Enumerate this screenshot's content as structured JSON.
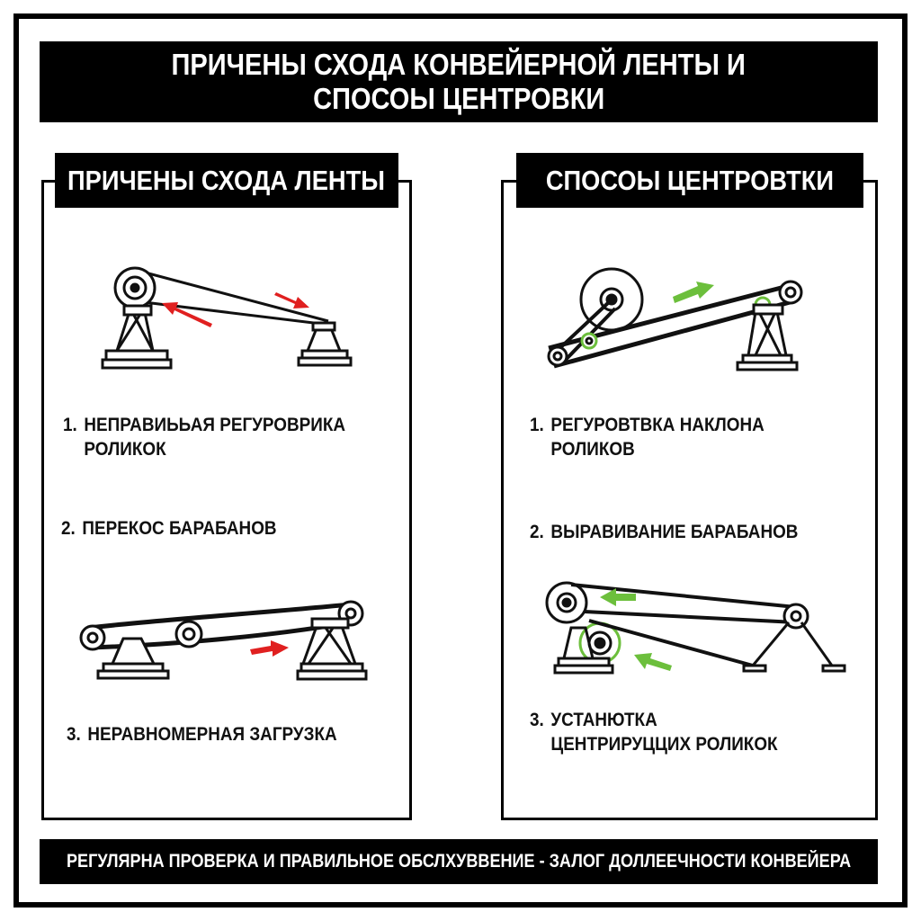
{
  "title": {
    "line1": "ПРИЧЕНЫ СХОДА КОНВЕЙЕРНОЙ ЛЕНТЫ И",
    "line2": "СПОСОЫ ЦЕНТРОВКИ"
  },
  "left_panel": {
    "heading": "ПРИЧЕНЫ СХОДА ЛЕНТЫ",
    "items": [
      {
        "num": "1.",
        "line1": "НЕПРАВИЬЬАЯ РЕГУРОВРИКА",
        "line2": "РОЛИКОК"
      },
      {
        "num": "2.",
        "line1": "ПЕРЕКОС БАРАБАНОВ"
      },
      {
        "num": "3.",
        "line1": "НЕРАВНОМЕРНАЯ ЗАГРУЗКА"
      }
    ]
  },
  "right_panel": {
    "heading": "СПОСОЫ ЦЕНТРОВТКИ",
    "items": [
      {
        "num": "1.",
        "line1": "РЕГУРОВТВКА НАКЛОНА",
        "line2": "РОЛИКОВ"
      },
      {
        "num": "2.",
        "line1": "ВЫРАВИВАНИЕ БАРАБАНОВ"
      },
      {
        "num": "3.",
        "line1": "УСТАНЮТКА",
        "line2": "ЦЕНТРИРУЦЦИХ РОЛИКОК"
      }
    ]
  },
  "footer": "РЕГУЛЯРНА ПРОВЕРКА И ПРАВИЛЬНОЕ ОБСЛХУВВЕНИЕ - ЗАЛОГ ДОЛЛЕЕЧНОСТИ КОНВЕЙЕРА",
  "colors": {
    "problem_arrow": "#e02020",
    "solution_arrow": "#6cbf3c",
    "ink": "#111111"
  }
}
